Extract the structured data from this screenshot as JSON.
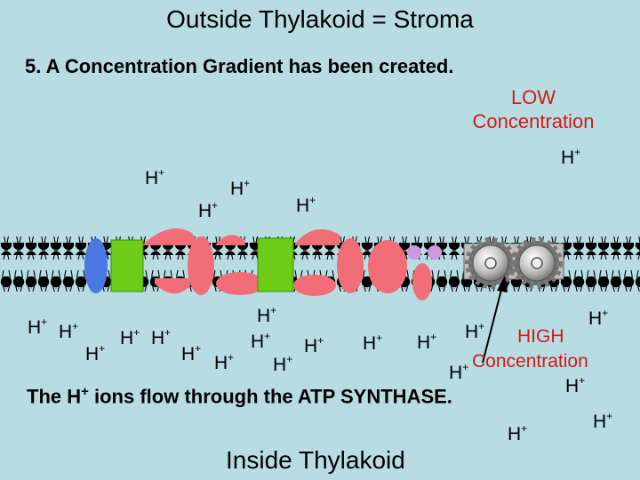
{
  "title": "Outside Thylakoid = Stroma",
  "step": "5.  A Concentration Gradient has been created.",
  "low_concentration": [
    "LOW",
    "Concentration"
  ],
  "high_concentration": [
    "HIGH",
    "Concentration"
  ],
  "flow_text": {
    "prefix": "The H",
    "charge": "+",
    "suffix": " ions flow through the ATP SYNTHASE."
  },
  "inside_label": "Inside Thylakoid",
  "ion": {
    "symbol": "H",
    "charge": "+"
  },
  "colors": {
    "background": "#b7dde3",
    "membrane_head": "#000000",
    "light_harvesting_protein": "#4a78e0",
    "photosystem": "#6ccc18",
    "membrane_protein": "#f16e78",
    "small_protein": "#cc99dd",
    "atp_synthase": "#c0c0c0",
    "label_red": "#d11a1a"
  },
  "icons": [
    "blue-protein-icon",
    "green-photosystem-icon",
    "pink-protein-icon",
    "purple-protein-icon",
    "atp-synthase-gear-icon"
  ]
}
